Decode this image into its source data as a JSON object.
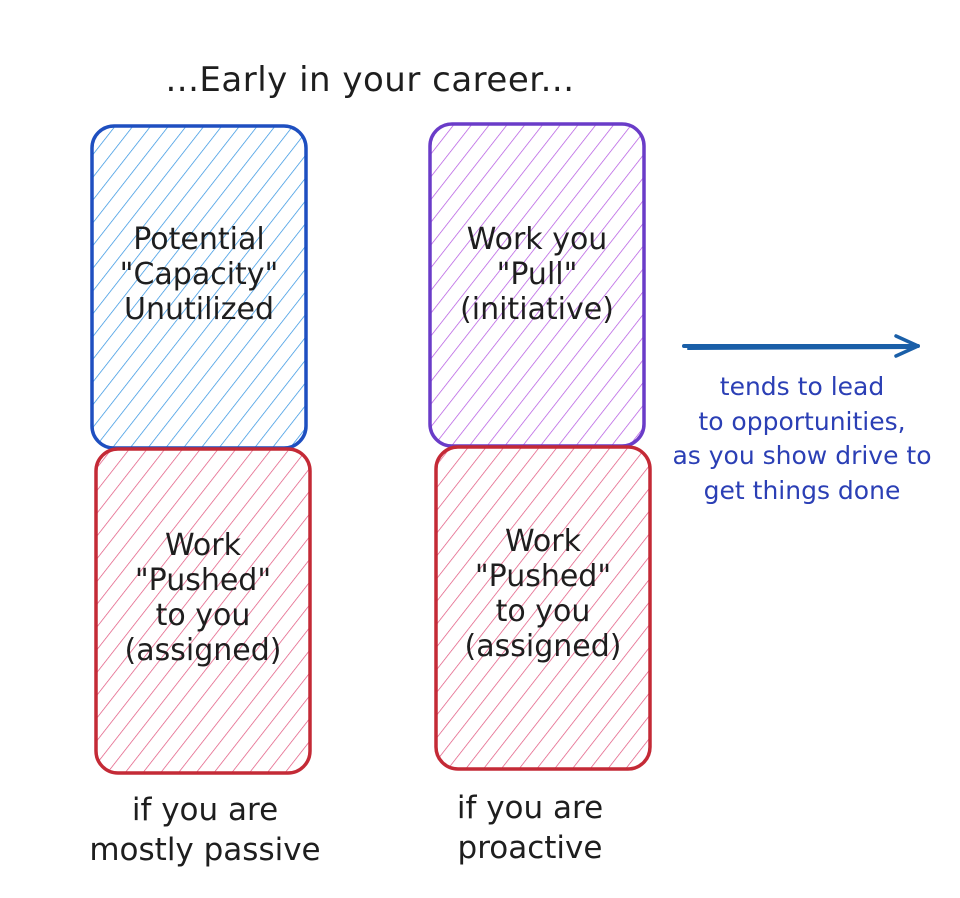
{
  "title": "...Early in your career...",
  "boxes": {
    "potential": {
      "label": "Potential\n\"Capacity\"\nUnutilized",
      "stroke": "#1e4fc0",
      "hatch": "#2a8fe0"
    },
    "pull": {
      "label": "Work you\n\"Pull\"\n(initiative)",
      "stroke": "#6a3cc8",
      "hatch": "#b150e0"
    },
    "pushed_passive": {
      "label": "Work\n\"Pushed\"\nto you\n(assigned)",
      "stroke": "#c42a36",
      "hatch": "#e0507a"
    },
    "pushed_proactive": {
      "label": "Work\n\"Pushed\"\nto you\n(assigned)",
      "stroke": "#c42a36",
      "hatch": "#e0507a"
    }
  },
  "captions": {
    "passive": "if you are\nmostly passive",
    "proactive": "if you are\nproactive"
  },
  "arrow": {
    "color": "#1a5fa8"
  },
  "note": {
    "text": "tends to lead\nto opportunities,\nas you show drive to\nget things done",
    "color": "#2b3fb5"
  }
}
